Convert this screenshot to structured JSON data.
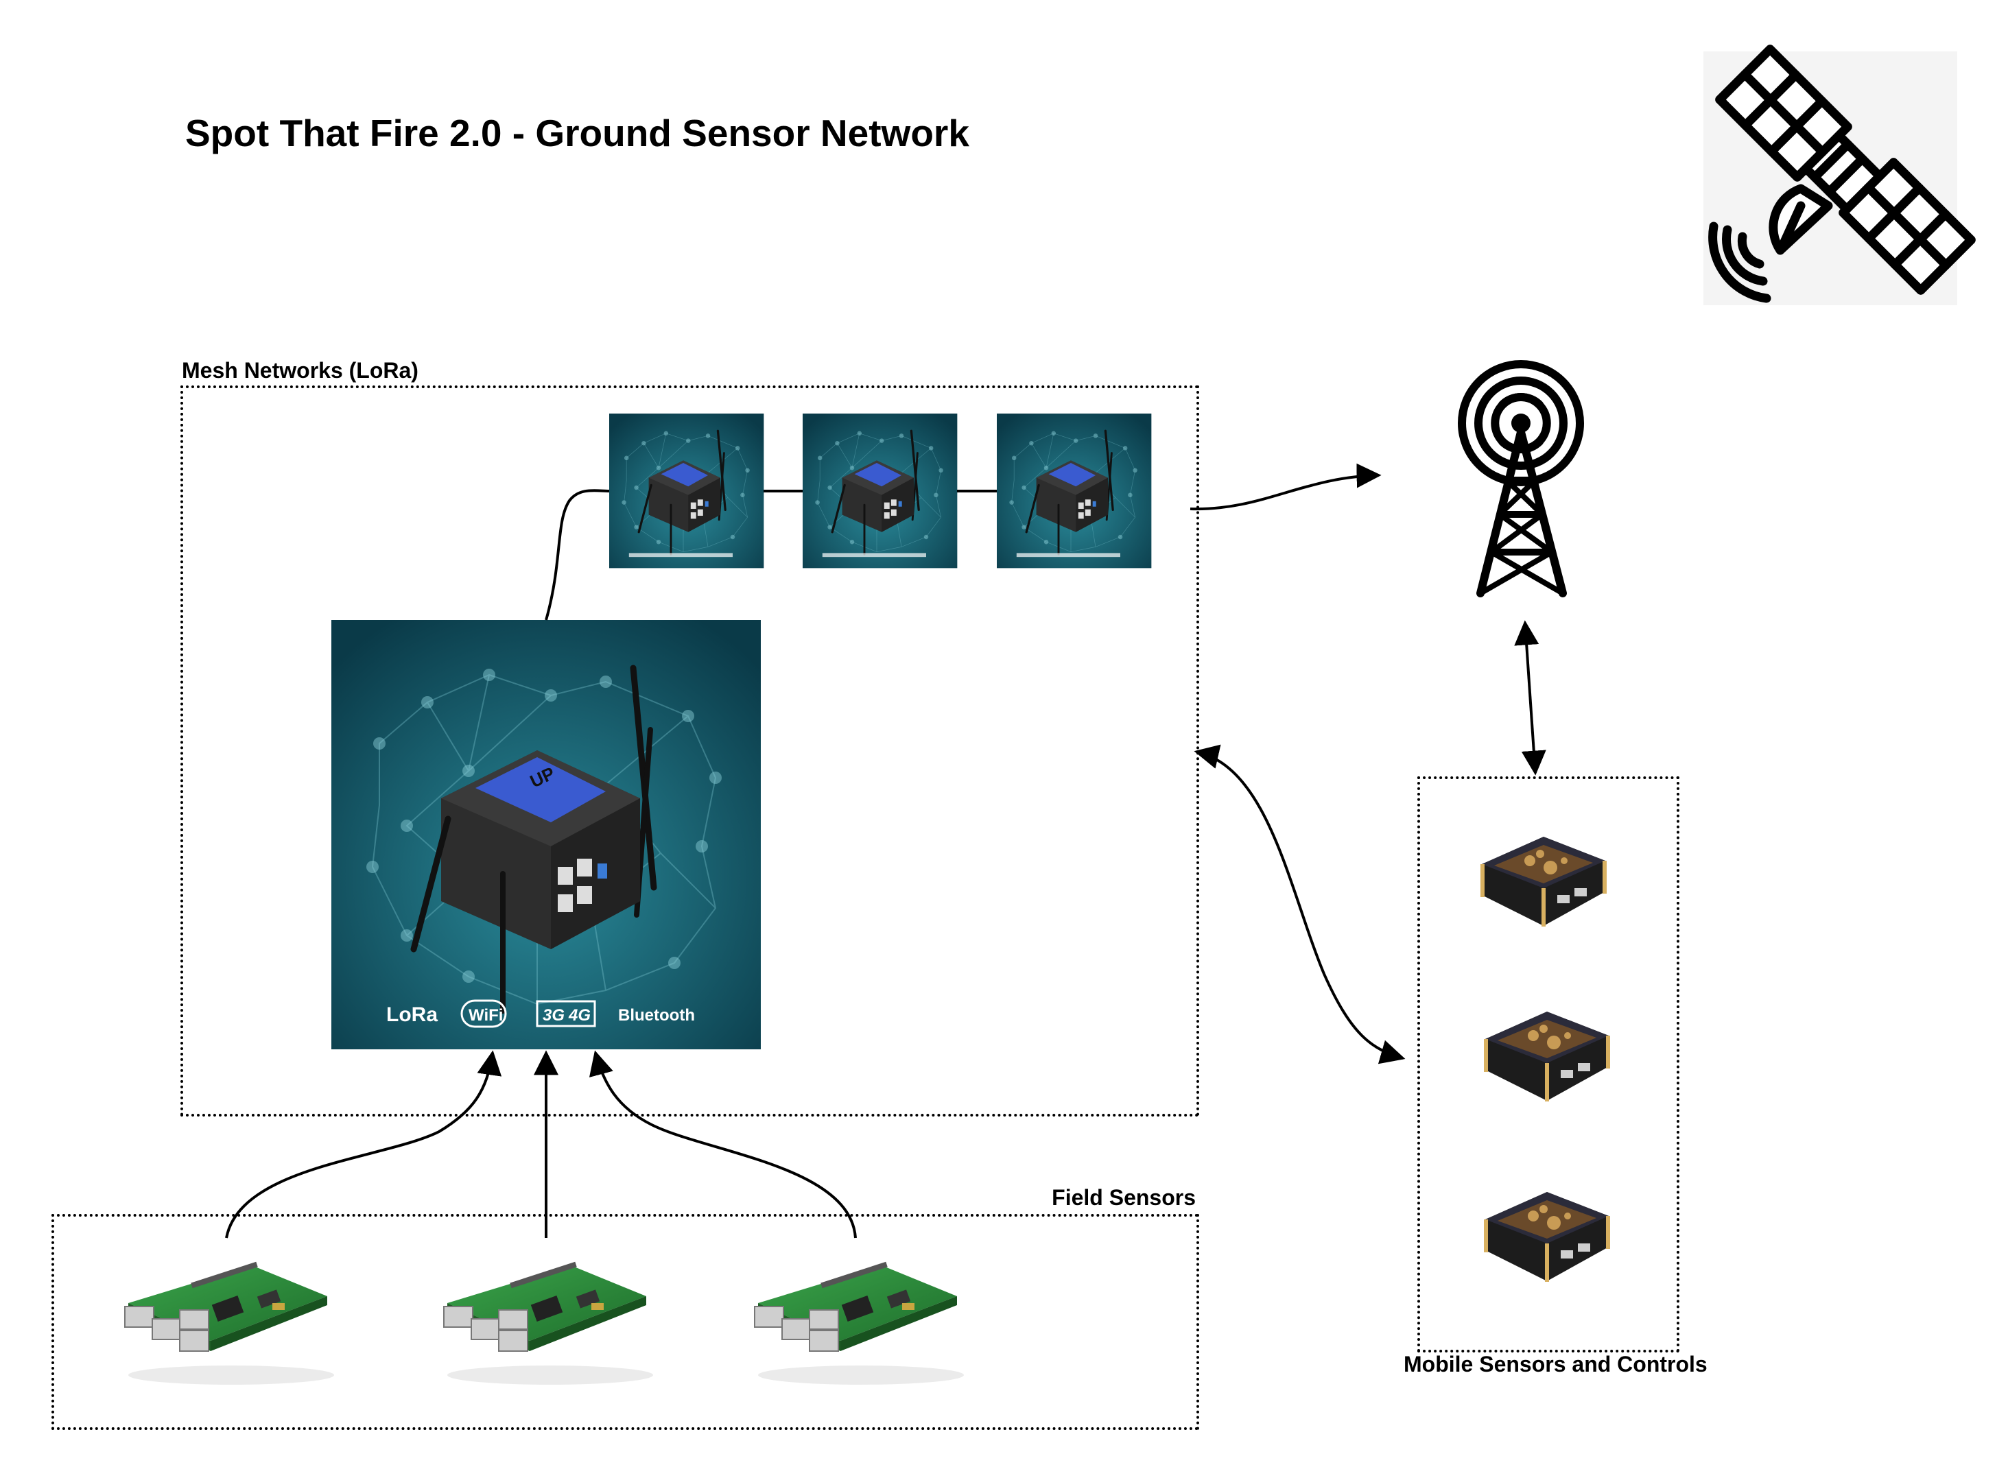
{
  "title": "Spot That Fire 2.0 - Ground Sensor Network",
  "groups": {
    "mesh": {
      "label": "Mesh Networks (LoRa)"
    },
    "field": {
      "label": "Field Sensors"
    },
    "mobile": {
      "label": "Mobile Sensors and Controls"
    }
  },
  "gateway": {
    "radios": [
      "LoRa",
      "WiFi",
      "3G",
      "4G",
      "Bluetooth"
    ],
    "lid_text": "UP"
  },
  "icons": [
    "satellite-icon",
    "cell-tower-icon"
  ],
  "colors": {
    "gateway_bg_dark": "#0a3a48",
    "gateway_bg_light": "#2a8a9a",
    "gateway_lid": "#3a5bd0",
    "pcb_green": "#2e8b3a",
    "line": "#000000"
  }
}
